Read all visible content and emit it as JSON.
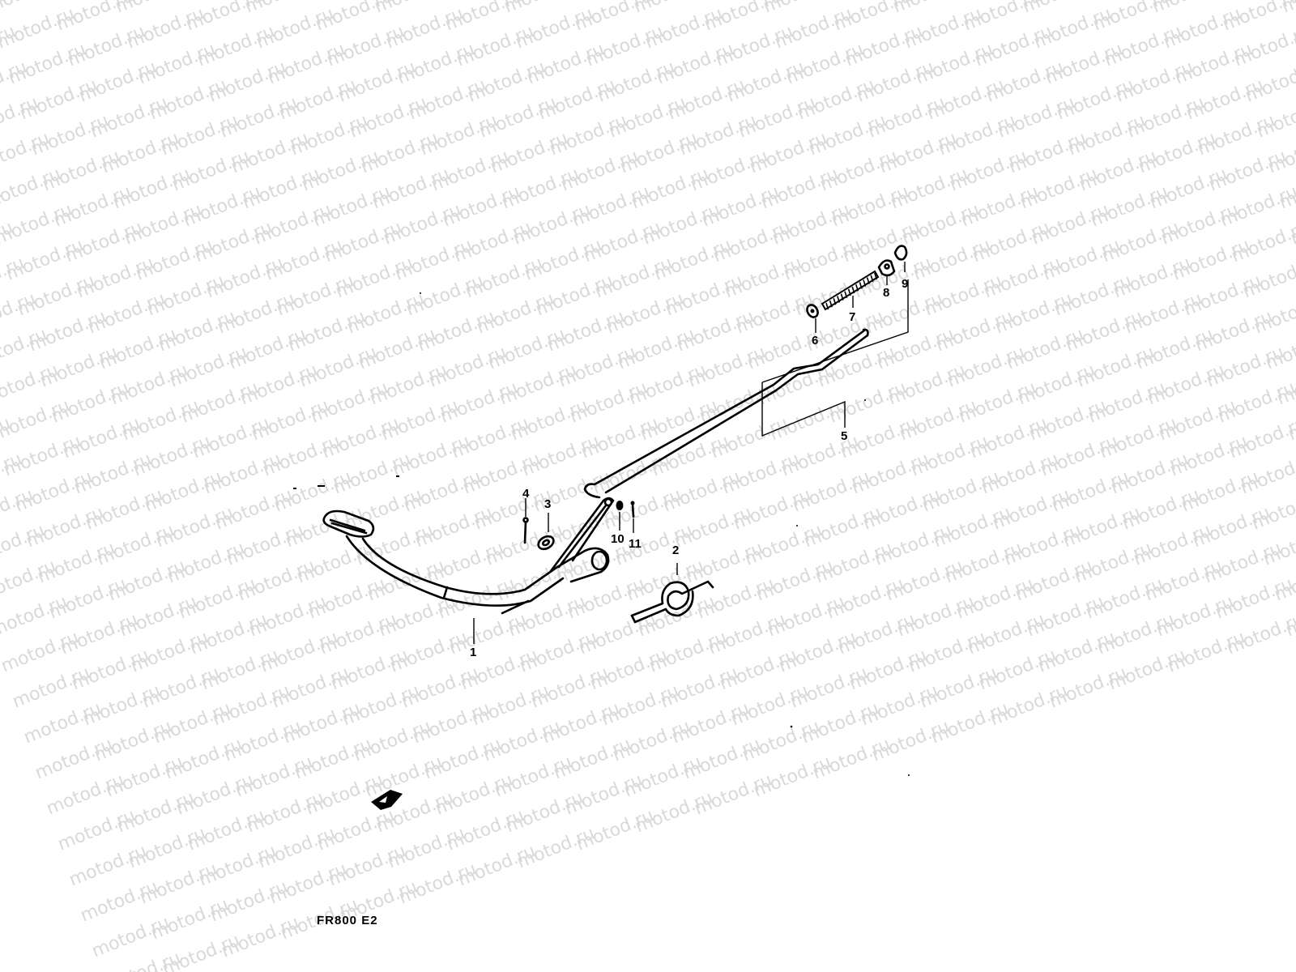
{
  "watermark": {
    "text": "motod.ru",
    "color": "#d9d9d9"
  },
  "model_code": "FR800 E2",
  "callouts": [
    {
      "id": "1",
      "label": "1",
      "part": "brake pedal"
    },
    {
      "id": "2",
      "label": "2",
      "part": "torsion spring"
    },
    {
      "id": "3",
      "label": "3",
      "part": "washer"
    },
    {
      "id": "4",
      "label": "4",
      "part": "cotter pin"
    },
    {
      "id": "5",
      "label": "5",
      "part": "brake rod"
    },
    {
      "id": "6",
      "label": "6",
      "part": "nut"
    },
    {
      "id": "7",
      "label": "7",
      "part": "adjuster spring"
    },
    {
      "id": "8",
      "label": "8",
      "part": "joint"
    },
    {
      "id": "9",
      "label": "9",
      "part": "clip"
    },
    {
      "id": "10",
      "label": "10",
      "part": "washer"
    },
    {
      "id": "11",
      "label": "11",
      "part": "pin"
    }
  ],
  "front_marker": {
    "icon": "front-arrow-icon"
  },
  "colors": {
    "ink": "#000000",
    "background": "#ffffff"
  }
}
